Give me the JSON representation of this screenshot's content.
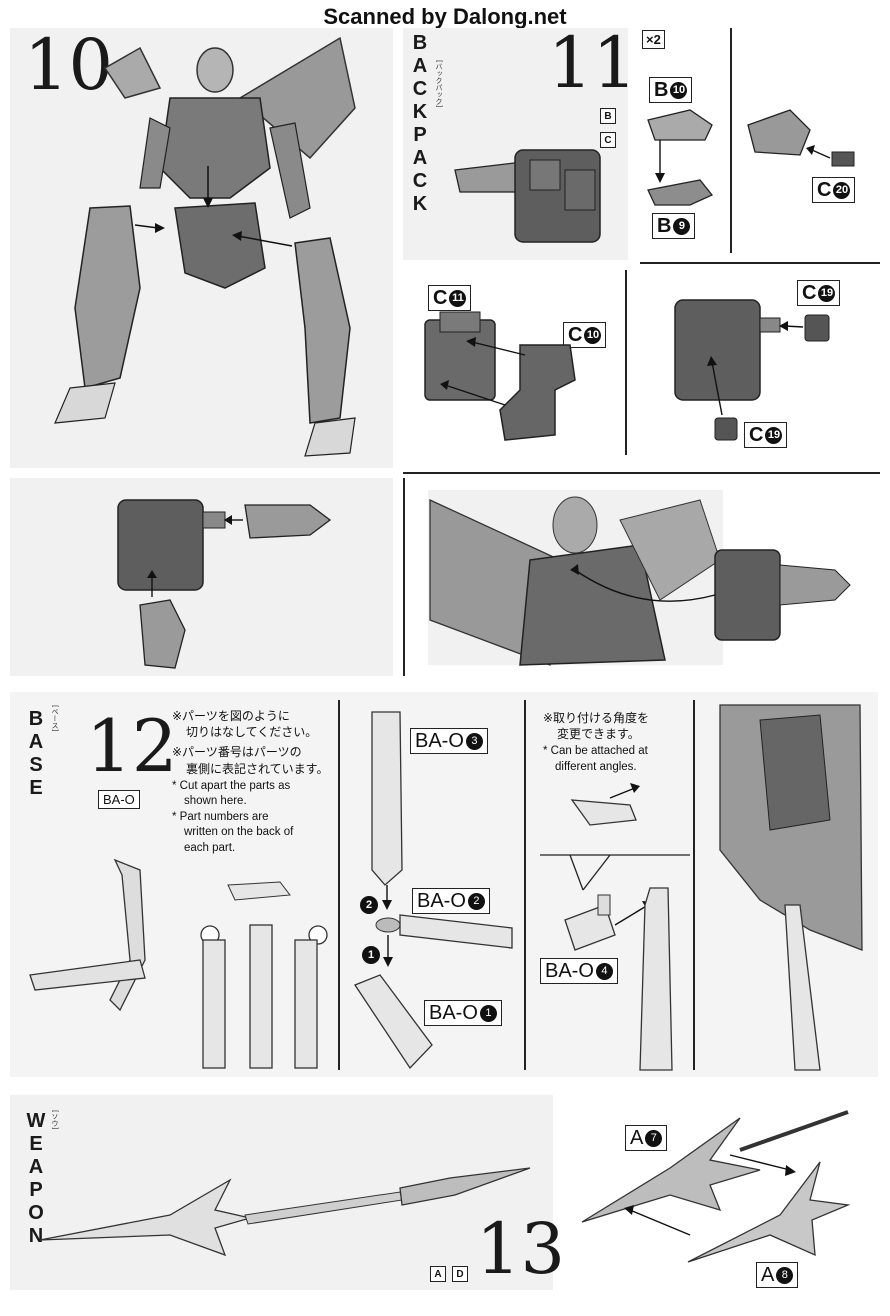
{
  "header": {
    "watermark": "Scanned by Dalong.net"
  },
  "step10": {
    "number": "10"
  },
  "step11": {
    "number": "11",
    "title": "BACKPACK",
    "furigana": "[バックパック]",
    "runners": [
      "B",
      "C"
    ],
    "multiplier": "×2",
    "labels": {
      "b10": "B",
      "b10_num": "10",
      "b9": "B",
      "b9_num": "9",
      "c20": "C",
      "c20_num": "20",
      "c11": "C",
      "c11_num": "11",
      "c10": "C",
      "c10_num": "10",
      "c19a": "C",
      "c19a_num": "19",
      "c19b": "C",
      "c19b_num": "19"
    }
  },
  "step12": {
    "number": "12",
    "title": "BASE",
    "furigana": "[ベース]",
    "runner": "BA-O",
    "notes_jp": [
      "※パーツを図のように",
      "切りはなしてください。",
      "※パーツ番号はパーツの",
      "裏側に表記されています。"
    ],
    "notes_en": [
      "* Cut apart the parts as",
      "shown here.",
      "* Part numbers are",
      "written on the back of",
      "each part."
    ],
    "angle_jp": [
      "※取り付ける角度を",
      "変更できます。"
    ],
    "angle_en": [
      "* Can be attached at",
      "different angles."
    ],
    "labels": {
      "p3": "BA-O",
      "p3_num": "3",
      "p2": "BA-O",
      "p2_num": "2",
      "p1": "BA-O",
      "p1_num": "1",
      "p4": "BA-O",
      "p4_num": "4",
      "step_a": "2",
      "step_b": "1"
    }
  },
  "step13": {
    "number": "13",
    "title": "WEAPON",
    "furigana": "[ソウ]",
    "runners": [
      "A",
      "D"
    ],
    "labels": {
      "a7": "A",
      "a7_num": "7",
      "a8": "A",
      "a8_num": "8"
    }
  }
}
